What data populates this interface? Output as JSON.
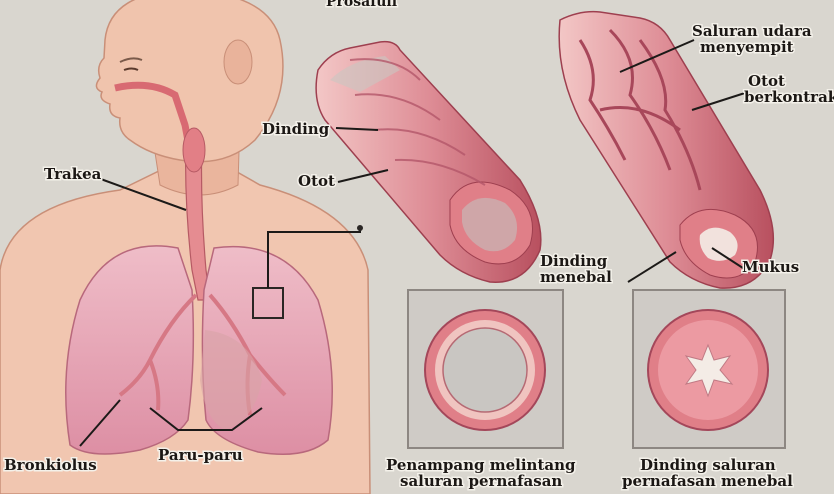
{
  "header": {
    "top_text": "Prosafuli"
  },
  "labels": {
    "trakea": "Trakea",
    "bronkiolus": "Bronkiolus",
    "paru_paru": "Paru-paru",
    "dinding": "Dinding",
    "otot": "Otot",
    "saluran_menyempit_1": "Saluran udara",
    "saluran_menyempit_2": "menyempit",
    "otot_kontraksi_1": "Otot",
    "otot_kontraksi_2": "berkontraksi",
    "dinding_menebal_1": "Dinding",
    "dinding_menebal_2": "menebal",
    "mukus": "Mukus",
    "cap_normal_1": "Penampang melintang",
    "cap_normal_2": "saluran pernafasan",
    "cap_asma_1": "Dinding saluran",
    "cap_asma_2": "pernafasan menebal"
  },
  "colors": {
    "skin": "#eec0a9",
    "lung": "#e7a4b6",
    "airway": "#d98a8f",
    "muscle": "#c55c6a",
    "cross_ring": "#e07f88",
    "lumen": "#c9c6c2",
    "background": "#d9d6cf"
  }
}
